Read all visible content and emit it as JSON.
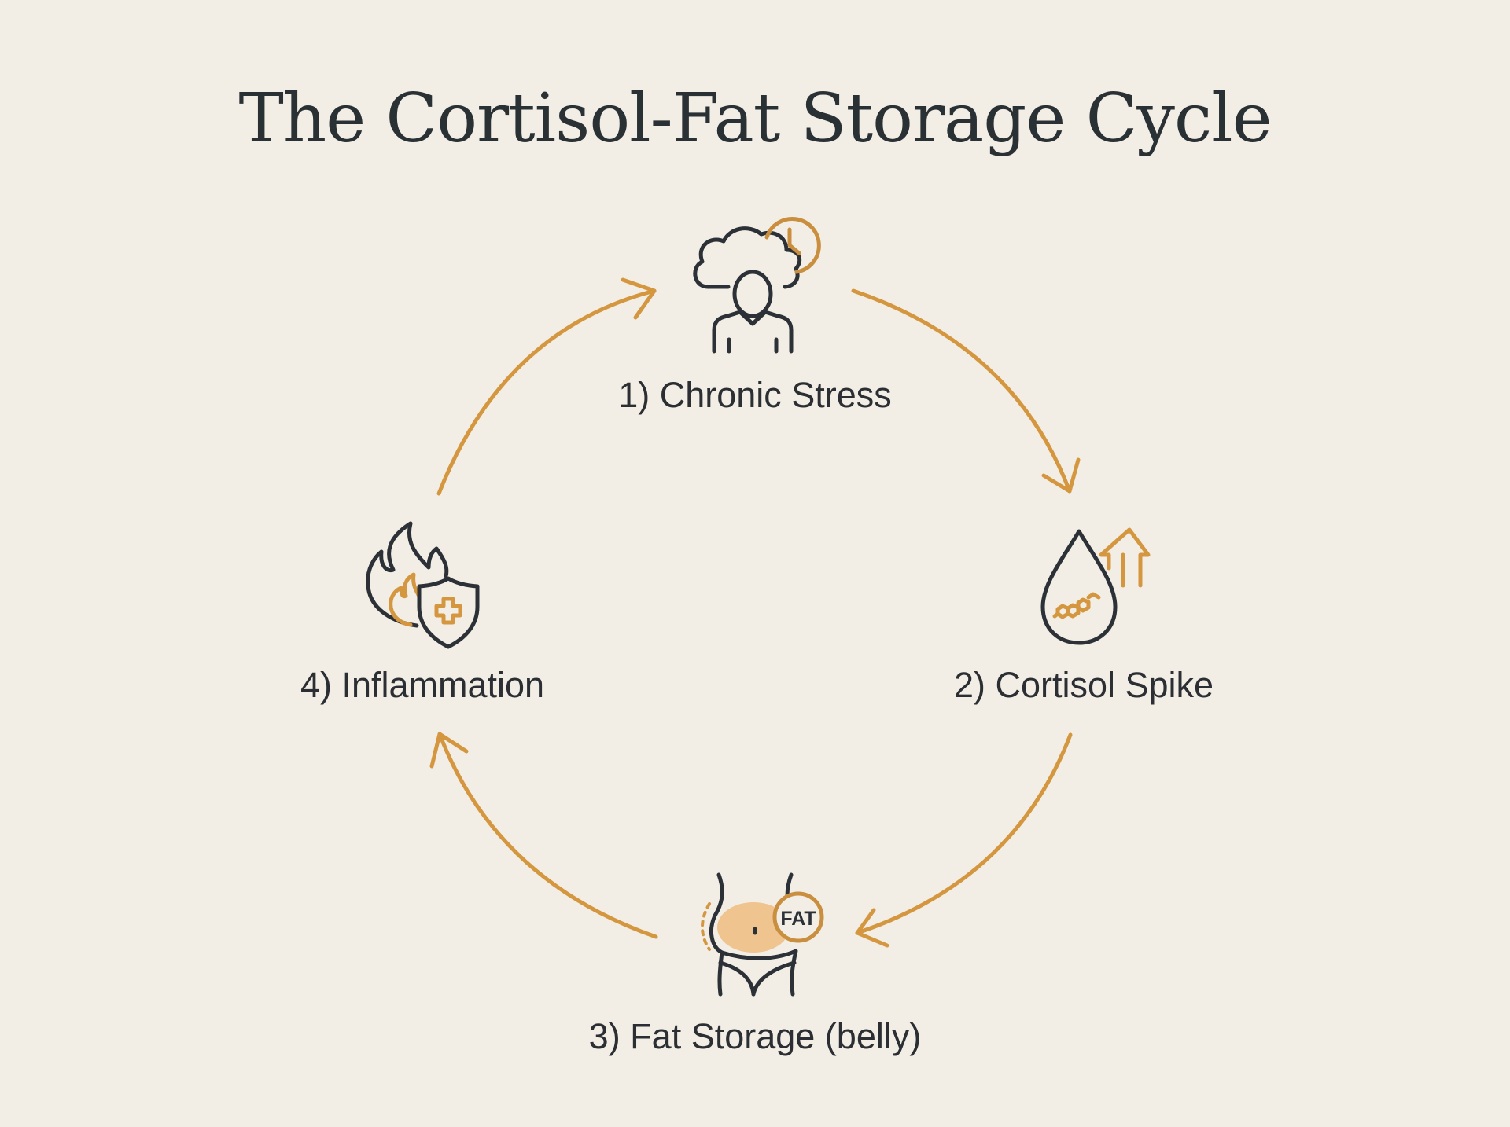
{
  "title": "The Cortisol-Fat Storage Cycle",
  "colors": {
    "background": "#F3EEE5",
    "text": "#2B2F33",
    "accent": "#D4973F",
    "accent_fill": "#EFC48F",
    "icon_stroke": "#2B3136"
  },
  "steps": [
    {
      "number": 1,
      "label": "1) Chronic Stress",
      "icon": "stress-person-cloud-clock-icon"
    },
    {
      "number": 2,
      "label": "2) Cortisol Spike",
      "icon": "cortisol-drop-arrow-icon"
    },
    {
      "number": 3,
      "label": "3) Fat Storage (belly)",
      "icon": "belly-fat-icon",
      "badge": "FAT"
    },
    {
      "number": 4,
      "label": "4) Inflammation",
      "icon": "flame-shield-icon"
    }
  ],
  "arrows": [
    {
      "from": 1,
      "to": 2
    },
    {
      "from": 2,
      "to": 3
    },
    {
      "from": 3,
      "to": 4
    },
    {
      "from": 4,
      "to": 1
    }
  ]
}
